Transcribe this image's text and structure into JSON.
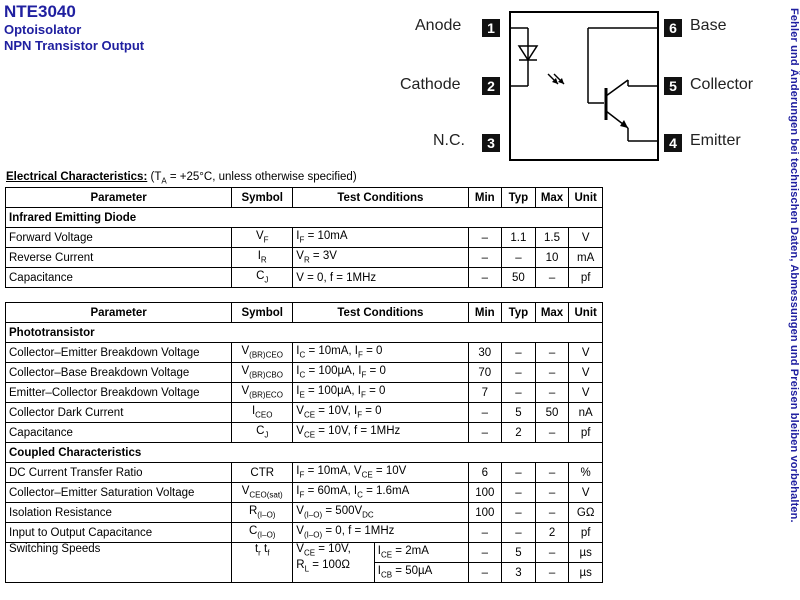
{
  "header": {
    "part_number": "NTE3040",
    "line1": "Optoisolator",
    "line2": "NPN Transistor Output"
  },
  "pins": {
    "left": [
      {
        "num": "1",
        "name": "Anode"
      },
      {
        "num": "2",
        "name": "Cathode"
      },
      {
        "num": "3",
        "name": "N.C."
      }
    ],
    "right": [
      {
        "num": "6",
        "name": "Base"
      },
      {
        "num": "5",
        "name": "Collector"
      },
      {
        "num": "4",
        "name": "Emitter"
      }
    ]
  },
  "side_note": "Fehler und Änderungen bei technischen Daten, Abmessungen und Preisen bleiben vorbehalten.",
  "ec": {
    "title": "Electrical Characteristics:",
    "cond_pre": "(T",
    "cond_sub": "A",
    "cond_post": " = +25°C, unless otherwise specified)"
  },
  "cols": {
    "param": "Parameter",
    "symbol": "Symbol",
    "test": "Test Conditions",
    "min": "Min",
    "typ": "Typ",
    "max": "Max",
    "unit": "Unit"
  },
  "table1": {
    "section": "Infrared Emitting Diode",
    "rows": [
      {
        "param": "Forward Voltage",
        "sym": "V",
        "sym_sub": "F",
        "test": "I",
        "test_sub": "F",
        "test_rest": " = 10mA",
        "min": "–",
        "typ": "1.1",
        "max": "1.5",
        "unit": "V"
      },
      {
        "param": "Reverse Current",
        "sym": "I",
        "sym_sub": "R",
        "test": "V",
        "test_sub": "R",
        "test_rest": " = 3V",
        "min": "–",
        "typ": "–",
        "max": "10",
        "unit": "mA"
      },
      {
        "param": "Capacitance",
        "sym": "C",
        "sym_sub": "J",
        "test": "V = 0, f = 1MHz",
        "test_sub": "",
        "test_rest": "",
        "min": "–",
        "typ": "50",
        "max": "–",
        "unit": "pf"
      }
    ]
  },
  "table2": {
    "section1": "Phototransistor",
    "rows1": [
      {
        "param": "Collector–Emitter Breakdown Voltage",
        "sym": "V",
        "sym_sub": "(BR)CEO",
        "test": "I",
        "test_sub": "C",
        "test_rest": " = 10mA, I",
        "test_sub2": "F",
        "test_rest2": " = 0",
        "min": "30",
        "typ": "–",
        "max": "–",
        "unit": "V"
      },
      {
        "param": "Collector–Base Breakdown Voltage",
        "sym": "V",
        "sym_sub": "(BR)CBO",
        "test": "I",
        "test_sub": "C",
        "test_rest": " = 100µA, I",
        "test_sub2": "F",
        "test_rest2": " = 0",
        "min": "70",
        "typ": "–",
        "max": "–",
        "unit": "V"
      },
      {
        "param": "Emitter–Collector Breakdown Voltage",
        "sym": "V",
        "sym_sub": "(BR)ECO",
        "test": "I",
        "test_sub": "E",
        "test_rest": " = 100µA, I",
        "test_sub2": "F",
        "test_rest2": " = 0",
        "min": "7",
        "typ": "–",
        "max": "–",
        "unit": "V"
      },
      {
        "param": "Collector Dark Current",
        "sym": "I",
        "sym_sub": "CEO",
        "test": "V",
        "test_sub": "CE",
        "test_rest": " = 10V, I",
        "test_sub2": "F",
        "test_rest2": " = 0",
        "min": "–",
        "typ": "5",
        "max": "50",
        "unit": "nA"
      },
      {
        "param": "Capacitance",
        "sym": "C",
        "sym_sub": "J",
        "test": "V",
        "test_sub": "CE",
        "test_rest": " = 10V, f = 1MHz",
        "test_sub2": "",
        "test_rest2": "",
        "min": "–",
        "typ": "2",
        "max": "–",
        "unit": "pf"
      }
    ],
    "section2": "Coupled Characteristics",
    "rows2": [
      {
        "param": "DC Current Transfer Ratio",
        "sym": "CTR",
        "sym_sub": "",
        "test": "I",
        "test_sub": "F",
        "test_rest": " = 10mA, V",
        "test_sub2": "CE",
        "test_rest2": " = 10V",
        "min": "6",
        "typ": "–",
        "max": "–",
        "unit": "%"
      },
      {
        "param": "Collector–Emitter Saturation Voltage",
        "sym": "V",
        "sym_sub": "CEO(sat)",
        "test": "I",
        "test_sub": "F",
        "test_rest": " = 60mA, I",
        "test_sub2": "C",
        "test_rest2": " = 1.6mA",
        "min": "100",
        "typ": "–",
        "max": "–",
        "unit": "V"
      },
      {
        "param": "Isolation Resistance",
        "sym": "R",
        "sym_sub": "(I–O)",
        "test": "V",
        "test_sub": "(I–O)",
        "test_rest": " = 500V",
        "test_sub2": "DC",
        "test_rest2": "",
        "min": "100",
        "typ": "–",
        "max": "–",
        "unit": "GΩ"
      },
      {
        "param": "Input to Output Capacitance",
        "sym": "C",
        "sym_sub": "(I–O)",
        "test": "V",
        "test_sub": "(I–O)",
        "test_rest": " = 0, f = 1MHz",
        "test_sub2": "",
        "test_rest2": "",
        "min": "–",
        "typ": "–",
        "max": "2",
        "unit": "pf"
      }
    ],
    "switching": {
      "param": "Switching Speeds",
      "sym": "t",
      "sym_sub1": "r",
      "sym_mid": " t",
      "sym_sub2": "f",
      "cond_a": "V",
      "cond_a_sub": "CE",
      "cond_a_rest": " = 10V,",
      "cond_b": "R",
      "cond_b_sub": "L",
      "cond_b_rest": " = 100Ω",
      "r1": {
        "test": "I",
        "test_sub": "CE",
        "test_rest": " = 2mA",
        "min": "–",
        "typ": "5",
        "max": "–",
        "unit": "µs"
      },
      "r2": {
        "test": "I",
        "test_sub": "CB",
        "test_rest": " = 50µA",
        "min": "–",
        "typ": "3",
        "max": "–",
        "unit": "µs"
      }
    }
  }
}
